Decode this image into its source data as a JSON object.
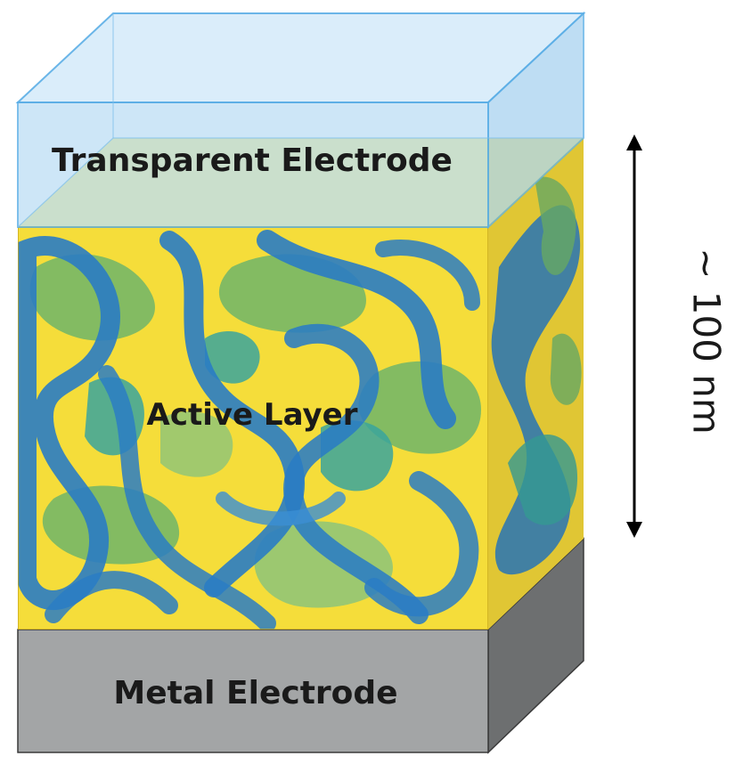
{
  "labels": {
    "transparent_electrode": "Transparent Electrode",
    "active_layer": "Active Layer",
    "metal_electrode": "Metal Electrode",
    "thickness": "~ 100 nm"
  },
  "colors": {
    "transparent_fill": "#bfe0f5",
    "transparent_edge": "#5aaee6",
    "active_base": "#f5dd3a",
    "domain_blue": "#2a7cc4",
    "domain_green": "#6fb56a",
    "domain_teal": "#3aa59e",
    "metal_front": "#a3a5a6",
    "metal_side": "#6d6f70",
    "metal_top": "#8a8c8d"
  }
}
